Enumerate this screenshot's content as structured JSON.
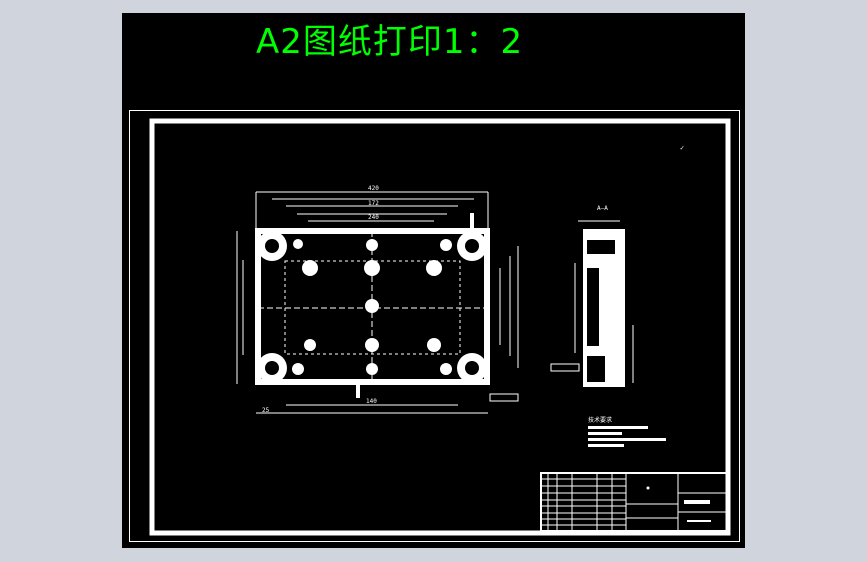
{
  "drawing": {
    "title": "A2图纸打印1：2",
    "section_label": "A—A",
    "notes_heading": "技术要求",
    "dims": {
      "top_overall": "420",
      "inner_1": "172",
      "inner_2": "240",
      "bottom": "140",
      "left_offset": "25"
    },
    "colors": {
      "background": "#000000",
      "lines": "#ffffff",
      "title": "#00ff00",
      "surround": "#d0d4dc"
    }
  }
}
